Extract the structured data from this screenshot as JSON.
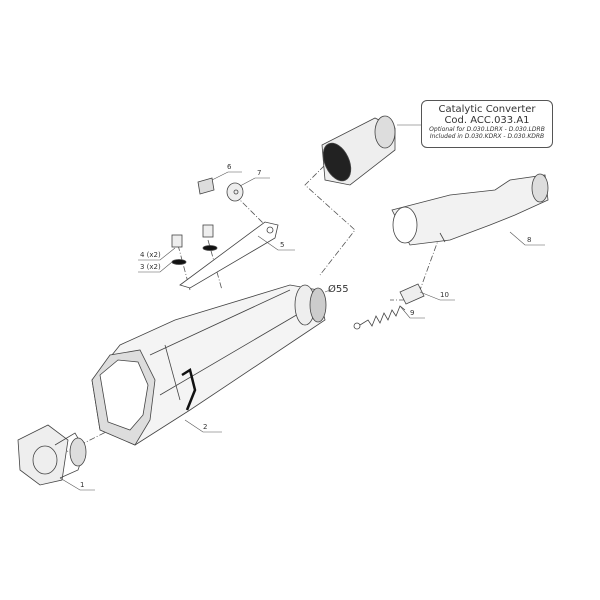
{
  "callout": {
    "title": "Catalytic Converter",
    "code": "Cod. ACC.033.A1",
    "optional": "Optional for D.030.LDRX - D.030.LDRB",
    "included": "Included in D.030.KDRX - D.030.KDRB"
  },
  "diameter_label": "Ø55",
  "parts": {
    "p1": "1",
    "p2": "2",
    "p3": "3 (x2)",
    "p4": "4 (x2)",
    "p5": "5",
    "p6": "6",
    "p7": "7",
    "p8": "8",
    "p9": "9",
    "p10": "10"
  }
}
